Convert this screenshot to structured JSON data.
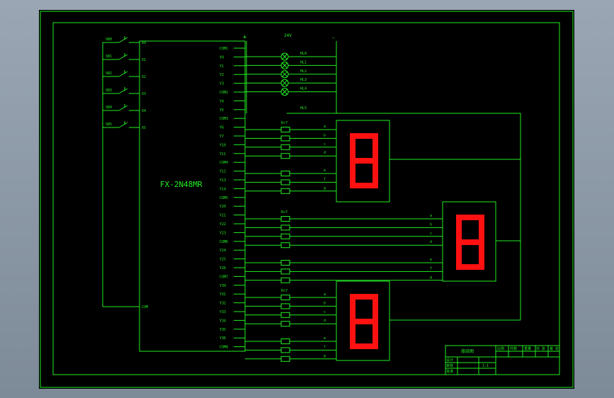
{
  "diagram": {
    "plc_model": "FX-2N48MR",
    "supply_label": "24V",
    "plus_label": "+",
    "minus_label": "—",
    "inputs": [
      {
        "switch": "SB0",
        "terminal": "X0"
      },
      {
        "switch": "SB1",
        "terminal": "X1"
      },
      {
        "switch": "SB2",
        "terminal": "X2"
      },
      {
        "switch": "SB3",
        "terminal": "X3"
      },
      {
        "switch": "SB4",
        "terminal": "X4"
      },
      {
        "switch": "SB5",
        "terminal": "X5"
      }
    ],
    "input_com": "COM",
    "outputs": [
      "COM1",
      "Y0",
      "Y1",
      "Y2",
      "Y3",
      "COM2",
      "Y4",
      "Y5",
      "COM3",
      "Y6",
      "Y7",
      "Y10",
      "Y11",
      "COM4",
      "Y12",
      "Y13",
      "Y14",
      "COM5",
      "Y20",
      "Y21",
      "Y22",
      "Y23",
      "COM6",
      "Y24",
      "Y25",
      "Y26",
      "COM7",
      "Y30",
      "Y31",
      "Y32",
      "Y33",
      "Y34",
      "Y35",
      "Y36",
      "COM8"
    ],
    "lamps": [
      "HL0",
      "HL1",
      "HL2",
      "HL3",
      "HL4"
    ],
    "lamp_extra": "HL5",
    "resistor_group_label": "R&#215;7",
    "segment_labels": [
      "a",
      "b",
      "c",
      "d",
      "e",
      "f",
      "g"
    ]
  },
  "title_block": {
    "title": "接线图",
    "row_labels": [
      "设计",
      "审核",
      "批准"
    ],
    "cells": [
      "比例",
      "件数",
      "重量",
      "共 张",
      "第 张"
    ],
    "note": "1:1"
  }
}
